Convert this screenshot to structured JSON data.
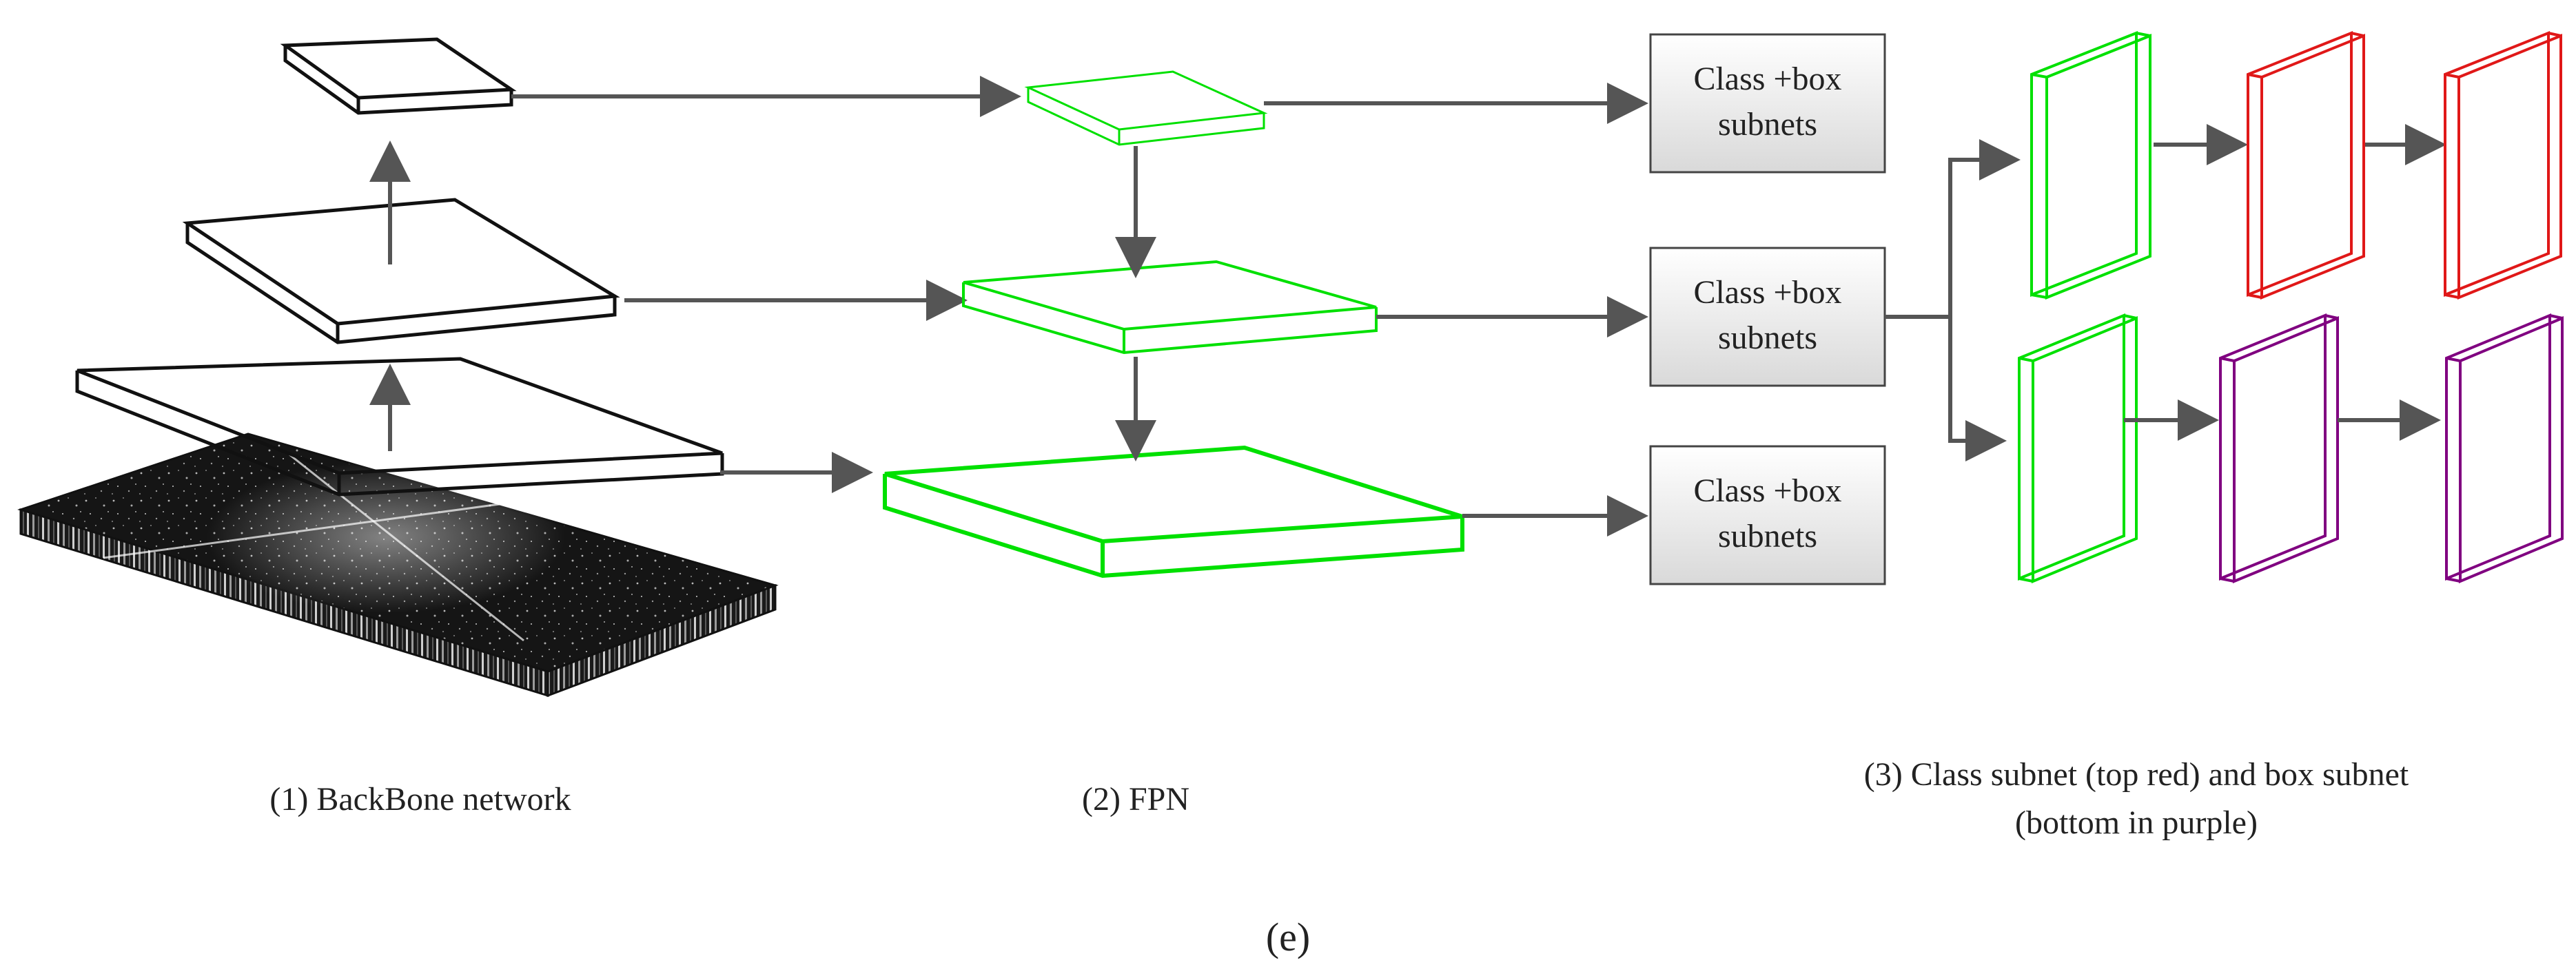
{
  "subnet_box_label_line1": "Class +box",
  "subnet_box_label_line2": "subnets",
  "captions": {
    "backbone": "(1) BackBone network",
    "fpn": "(2) FPN",
    "heads_line1": "(3)  Class subnet (top red) and box subnet",
    "heads_line2": "(bottom in purple)"
  },
  "figure_label": "(e)",
  "colors": {
    "backbone": "#111111",
    "fpn": "#00e000",
    "class_subnet": "#e01818",
    "box_subnet": "#800080",
    "arrow": "#555555"
  }
}
